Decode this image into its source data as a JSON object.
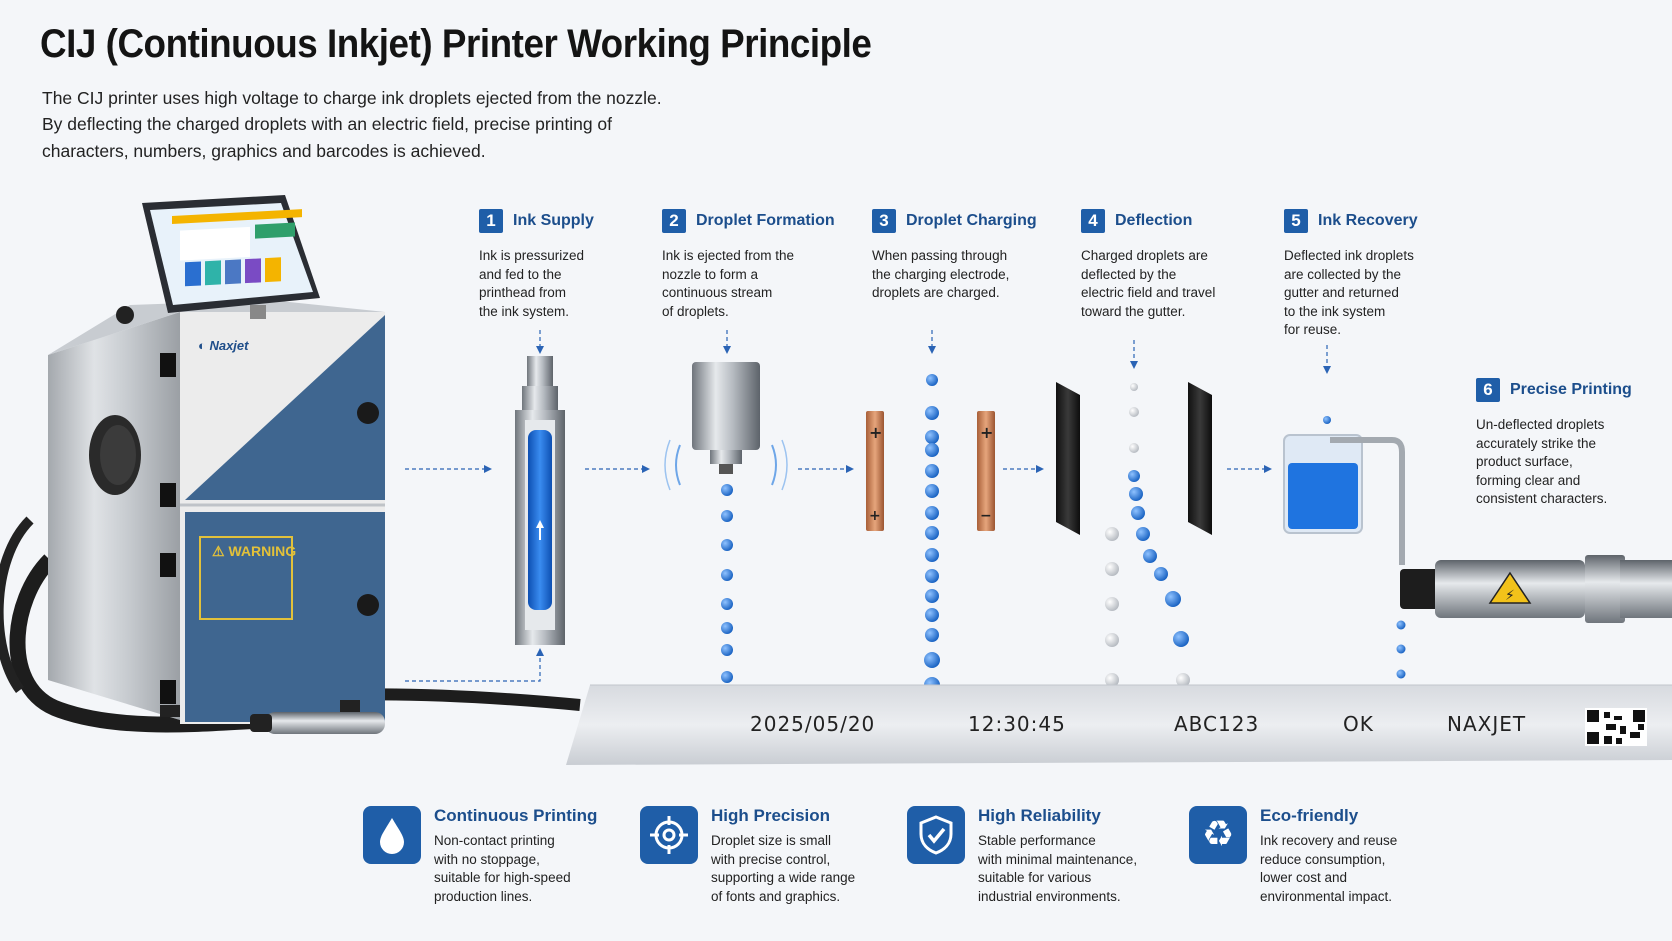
{
  "title": "CIJ (Continuous Inkjet) Printer Working Principle",
  "intro": [
    "The CIJ printer uses high voltage to charge ink droplets ejected from the nozzle.",
    "By deflecting the charged droplets with an electric field, precise printing of",
    "characters, numbers, graphics and barcodes is achieved."
  ],
  "printer": {
    "brand": "Naxjet",
    "warning": "WARNING"
  },
  "steps": [
    {
      "num": "1",
      "title": "Ink Supply",
      "desc": "Ink is pressurized\nand fed to the\nprinthead from\nthe ink system."
    },
    {
      "num": "2",
      "title": "Droplet Formation",
      "desc": "Ink is ejected from the\nnozzle to form a\ncontinuous stream\nof droplets."
    },
    {
      "num": "3",
      "title": "Droplet Charging",
      "desc": "When passing through\nthe charging electrode,\ndroplets are charged."
    },
    {
      "num": "4",
      "title": "Deflection",
      "desc": "Charged droplets are\ndeflected by the\nelectric field and travel\ntoward the gutter."
    },
    {
      "num": "5",
      "title": "Ink Recovery",
      "desc": "Deflected ink droplets\nare collected by the\ngutter and returned\nto the ink system\nfor reuse."
    },
    {
      "num": "6",
      "title": "Precise Printing",
      "desc": "Un-deflected droplets\naccurately strike the\nproduct surface,\nforming clear and\nconsistent characters."
    }
  ],
  "print_strip": [
    "2025/05/20",
    "12:30:45",
    "ABC123",
    "OK",
    "NAXJET"
  ],
  "features": [
    {
      "icon": "droplet-icon",
      "title": "Continuous Printing",
      "desc": "Non-contact printing\nwith no stoppage,\nsuitable for high-speed\nproduction lines."
    },
    {
      "icon": "target-icon",
      "title": "High Precision",
      "desc": "Droplet size is small\nwith precise control,\nsupporting a wide range\nof fonts and graphics."
    },
    {
      "icon": "shield-check-icon",
      "title": "High Reliability",
      "desc": "Stable performance\nwith minimal maintenance,\nsuitable for various\nindustrial environments."
    },
    {
      "icon": "recycle-icon",
      "title": "Eco-friendly",
      "desc": "Ink recovery and reuse\nreduce consumption,\nlower cost and\nenvironmental impact."
    }
  ],
  "colors": {
    "accent": "#1f5ea8",
    "panel": "#3f6690",
    "ink": "#1c6fd6"
  }
}
